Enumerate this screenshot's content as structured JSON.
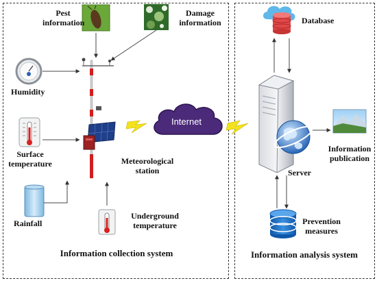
{
  "labels": {
    "pest_information": "Pest\ninformation",
    "damage_information": "Damage\ninformation",
    "humidity": "Humidity",
    "surface_temperature": "Surface\ntemperature",
    "rainfall": "Rainfall",
    "underground_temperature": "Underground\ntemperature",
    "meteorological_station": "Meteorological\nstation",
    "internet": "Internet",
    "database": "Database",
    "server": "Server",
    "information_publication": "Information\npublication",
    "prevention_measures": "Prevention\nmeasures"
  },
  "panels": {
    "collection_title": "Information collection system",
    "analysis_title": "Information analysis system"
  },
  "icons": {
    "pest": "pest-photo-icon",
    "damage": "damaged-leaf-photo-icon",
    "humidity": "hygrometer-icon",
    "surface_temp": "thermometer-icon",
    "rainfall": "rain-gauge-icon",
    "underground_temp": "thermometer-icon",
    "station": "weather-station-icon",
    "internet": "cloud-icon",
    "database": "cloud-database-icon",
    "server": "server-globe-icon",
    "publication": "landscape-photo-icon",
    "prevention": "database-stack-icon"
  },
  "colors": {
    "cloud_purple": "#4b2a7a",
    "lightning_yellow": "#f3e21c",
    "database_blue": "#1b6fc4",
    "thermo_red": "#d82020"
  }
}
